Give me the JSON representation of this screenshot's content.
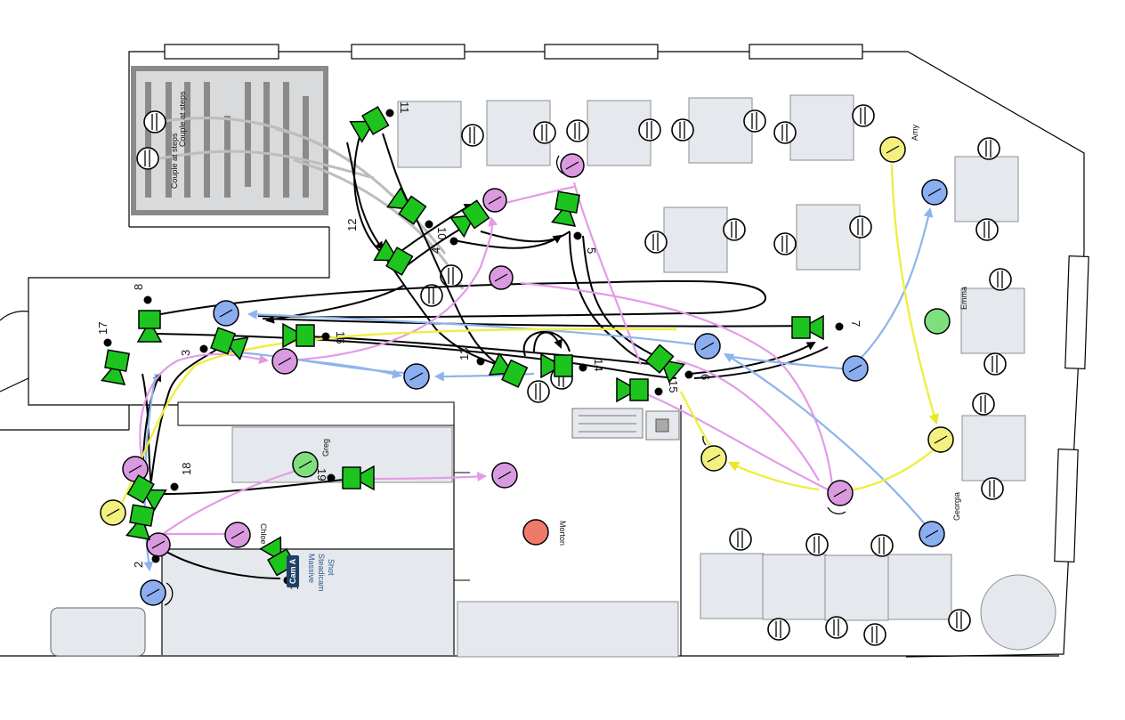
{
  "scene": {
    "steps_label": "Couple at steps",
    "steps_label_2": "Couple at steps",
    "cam_badge": "Cam A",
    "cam_note": [
      "Massive",
      "Steadicam",
      "Shot"
    ]
  },
  "characters": {
    "amy": "Amy",
    "emma": "Emma",
    "georgia": "Georgia",
    "morton": "Morton",
    "greg": "Greg",
    "chloe": "Chloe"
  },
  "cameras": {
    "c1": "1",
    "c2": "2",
    "c3": "3",
    "c4": "4",
    "c5": "5",
    "c6": "6",
    "c7": "7",
    "c8": "8",
    "c10": "10",
    "c11": "11",
    "c12": "12",
    "c13": "13",
    "c14": "14",
    "c15": "15",
    "c16": "16",
    "c17": "17",
    "c18": "18",
    "c19": "19"
  },
  "colors": {
    "camera": "#1ec41e",
    "path_camera": "#000000",
    "path_pink": "#e39be8",
    "path_blue": "#8fb4ec",
    "path_yellow": "#eeee44",
    "actor_pink": "#d99ae0",
    "actor_blue": "#8aaef0",
    "actor_yellow": "#f3f080",
    "actor_green": "#7de07d",
    "actor_red": "#f07a6a",
    "table": "#e5e8ec"
  }
}
